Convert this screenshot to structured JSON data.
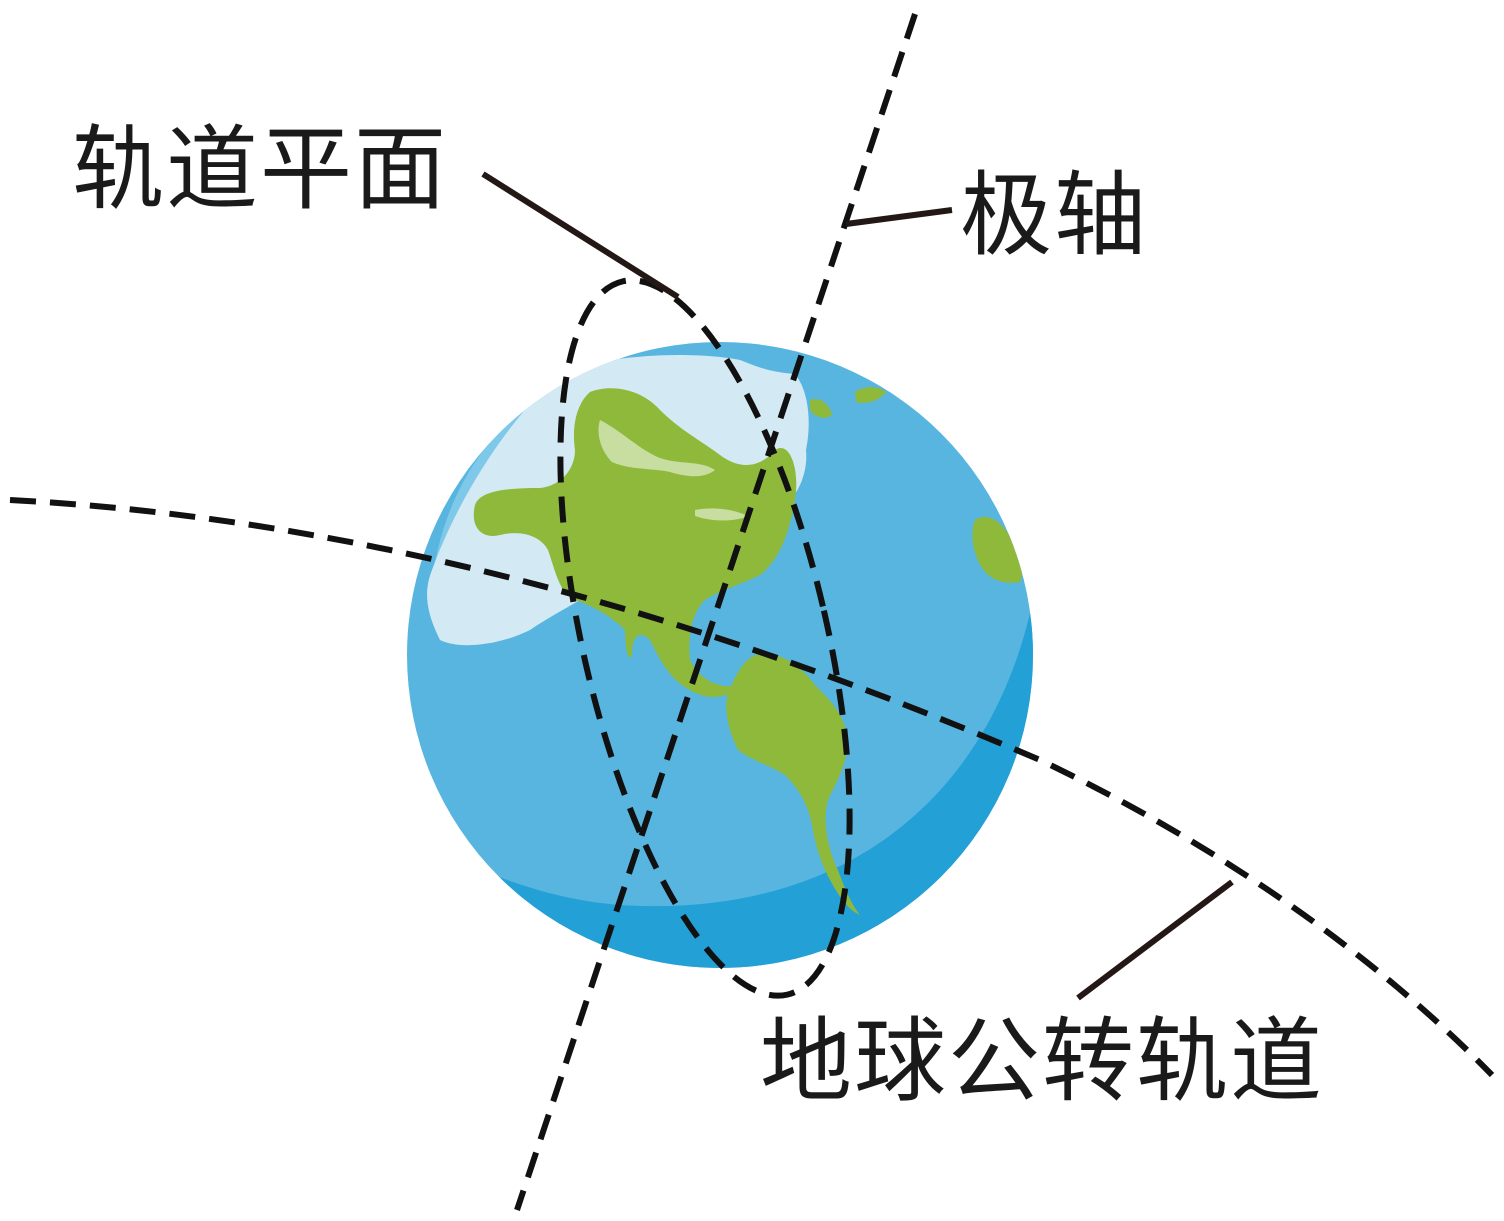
{
  "labels": {
    "orbit_plane": "轨道平面",
    "polar_axis": "极轴",
    "revolution_orbit": "地球公转轨道"
  },
  "colors": {
    "ocean": "#58b5e0",
    "ocean_shadow": "#23a1d6",
    "land": "#8eb93b",
    "ice": "#d3e9f4",
    "line": "#111111",
    "leader": "#231815"
  },
  "icons": {
    "globe": "earth-globe-icon"
  }
}
